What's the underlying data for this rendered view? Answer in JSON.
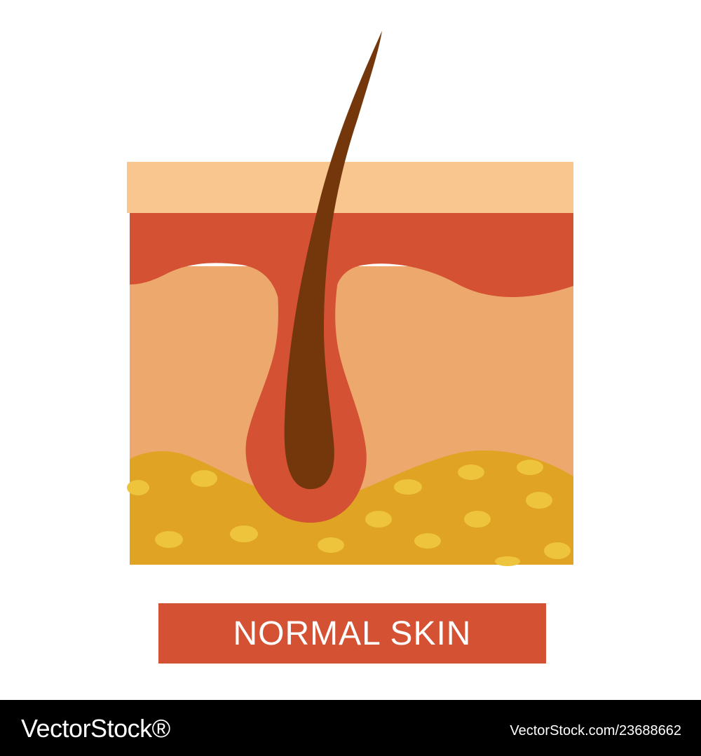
{
  "label": {
    "text": "NORMAL SKIN",
    "background": "#d45133"
  },
  "layers": {
    "epidermis_top_color": "#f9c68f",
    "epidermis_color": "#d45133",
    "dermis_color": "#eda96d",
    "subcutaneous_color": "#e0a324",
    "fat_cell_color": "#eec43c",
    "hair_color": "#73370b"
  },
  "footer": {
    "logo": "VectorStock®",
    "image_id": "VectorStock.com/23688662"
  }
}
